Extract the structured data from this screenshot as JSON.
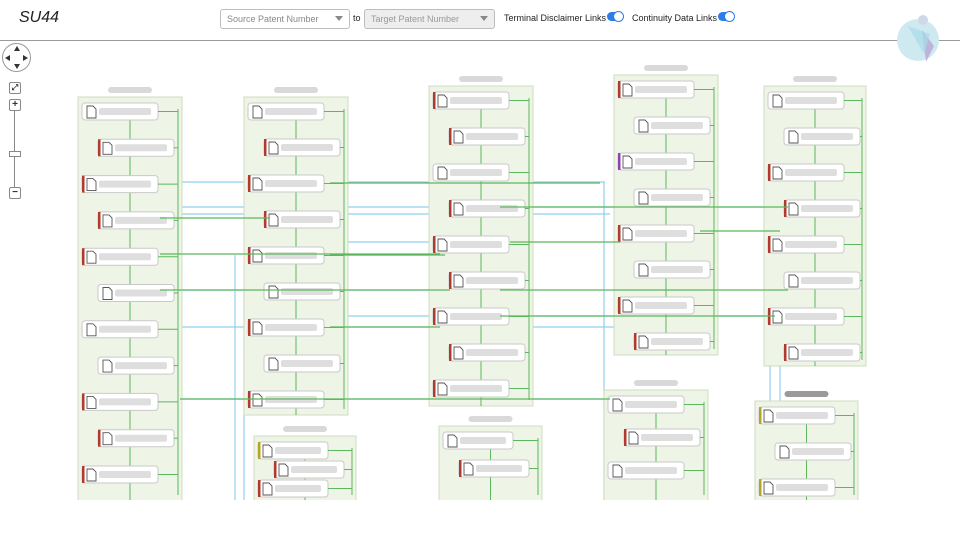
{
  "app": {
    "title": "SU44"
  },
  "toolbar": {
    "source_placeholder": "Source Patent Number",
    "to_label": "to",
    "target_placeholder": "Target Patent Number",
    "terminal_disclaimer_label": "Terminal Disclaimer Links",
    "continuity_label": "Continuity Data Links",
    "terminal_disclaimer_enabled": true,
    "continuity_enabled": true,
    "toggle_color": "#2b7de9"
  },
  "zoom_controls": {
    "icons": [
      "pan-up-icon",
      "pan-down-icon",
      "pan-left-icon",
      "pan-right-icon",
      "fit-icon",
      "zoom-in-icon",
      "zoom-out-icon"
    ]
  },
  "graph": {
    "colors": {
      "group_fill": "#eef4e6",
      "group_border": "#cfdcc2",
      "continuity_link": "#5cb85c",
      "terminal_disclaimer_link": "#8fd0ef",
      "node_fill": "#ffffff",
      "node_border": "#c9c9c9",
      "marker_red": "#b03a2e",
      "marker_purple": "#8e44ad",
      "marker_olive": "#b5a42a"
    },
    "node_icon": "document-icon",
    "groups": [
      {
        "nodes": [
          [
            "n",
            0
          ],
          [
            "r",
            1
          ],
          [
            "r",
            0
          ],
          [
            "r",
            1
          ],
          [
            "r",
            0
          ],
          [
            "n",
            1
          ],
          [
            "n",
            0
          ],
          [
            "n",
            1
          ],
          [
            "r",
            0
          ],
          [
            "r",
            1
          ],
          [
            "r",
            0
          ]
        ]
      },
      {
        "nodes": [
          [
            "n",
            0
          ],
          [
            "r",
            1
          ],
          [
            "r",
            0
          ],
          [
            "r",
            1
          ],
          [
            "r",
            0
          ],
          [
            "n",
            1
          ],
          [
            "r",
            0
          ],
          [
            "n",
            1
          ],
          [
            "r",
            0
          ]
        ]
      },
      {
        "nodes": [
          [
            "r",
            0
          ],
          [
            "r",
            1
          ],
          [
            "n",
            0
          ],
          [
            "r",
            1
          ],
          [
            "r",
            0
          ],
          [
            "r",
            1
          ],
          [
            "r",
            0
          ],
          [
            "r",
            1
          ],
          [
            "r",
            0
          ]
        ]
      },
      {
        "nodes": [
          [
            "r",
            0
          ],
          [
            "n",
            1
          ],
          [
            "p",
            0
          ],
          [
            "n",
            1
          ],
          [
            "r",
            0
          ],
          [
            "n",
            1
          ],
          [
            "r",
            0
          ],
          [
            "r",
            1
          ]
        ]
      },
      {
        "nodes": [
          [
            "n",
            0
          ],
          [
            "n",
            1
          ],
          [
            "r",
            0
          ],
          [
            "r",
            1
          ],
          [
            "r",
            0
          ],
          [
            "n",
            1
          ],
          [
            "r",
            0
          ],
          [
            "r",
            1
          ]
        ]
      },
      {
        "nodes": [
          [
            "o",
            0
          ],
          [
            "r",
            1
          ],
          [
            "r",
            0
          ]
        ]
      },
      {
        "nodes": [
          [
            "n",
            0
          ],
          [
            "r",
            1
          ],
          [
            "r",
            0
          ]
        ]
      },
      {
        "nodes": [
          [
            "n",
            0
          ],
          [
            "r",
            1
          ],
          [
            "n",
            0
          ]
        ]
      },
      {
        "nodes": [
          [
            "o",
            0
          ],
          [
            "n",
            1
          ],
          [
            "o",
            0
          ]
        ]
      }
    ]
  }
}
